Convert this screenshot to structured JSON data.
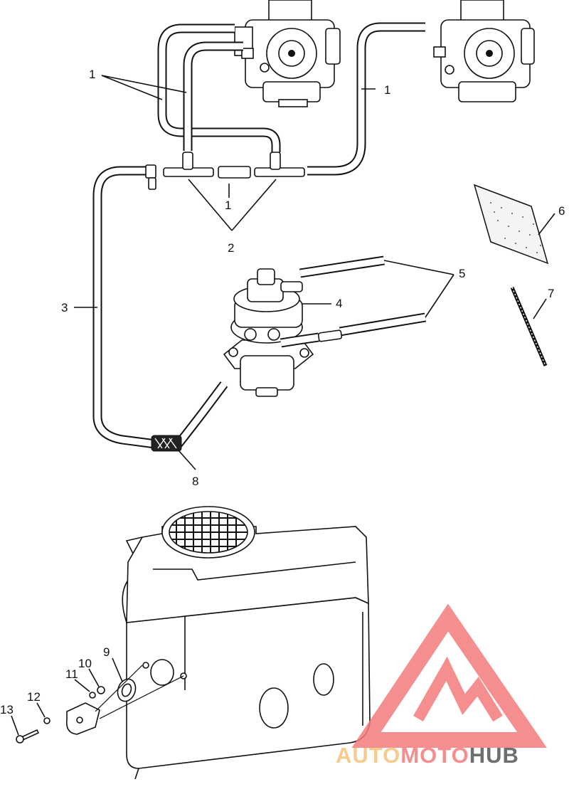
{
  "callouts": [
    {
      "id": "c1a",
      "text": "1"
    },
    {
      "id": "c1b",
      "text": "1"
    },
    {
      "id": "c1c",
      "text": "1"
    },
    {
      "id": "c2",
      "text": "2"
    },
    {
      "id": "c3",
      "text": "3"
    },
    {
      "id": "c4",
      "text": "4"
    },
    {
      "id": "c5",
      "text": "5"
    },
    {
      "id": "c6",
      "text": "6"
    },
    {
      "id": "c7",
      "text": "7"
    },
    {
      "id": "c8",
      "text": "8"
    },
    {
      "id": "c9",
      "text": "9"
    },
    {
      "id": "c10",
      "text": "10"
    },
    {
      "id": "c11",
      "text": "11"
    },
    {
      "id": "c12",
      "text": "12"
    },
    {
      "id": "c13",
      "text": "13"
    }
  ],
  "watermark": {
    "part1": "AUTO",
    "part2": "MOTO",
    "part3": "HUB",
    "color1": "#f5c27a",
    "color2": "#f47c7c",
    "color3": "#555555",
    "logo_color": "#f47c7c"
  }
}
